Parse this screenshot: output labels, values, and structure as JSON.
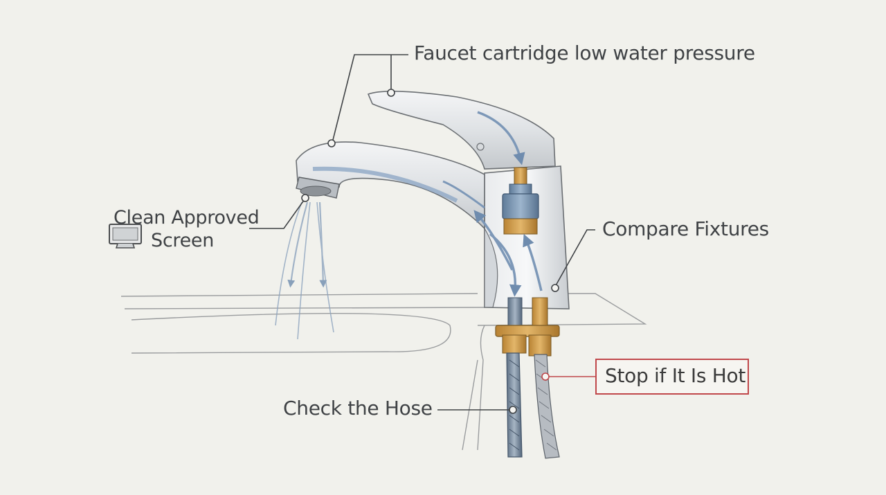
{
  "labels": {
    "top": "Faucet cartridge low water pressure",
    "left_line1": "Clean Approved",
    "left_line2": "Screen",
    "right": "Compare Fixtures",
    "bottom": "Check the Hose",
    "warning": "Stop if It Is Hot"
  },
  "colors": {
    "background": "#f1f1ec",
    "ink": "#3f4245",
    "water_flow": "#7d98b8",
    "brass": "#c9923e",
    "warning_accent": "#c0474a"
  },
  "icons": [
    "monitor-screen-icon"
  ]
}
